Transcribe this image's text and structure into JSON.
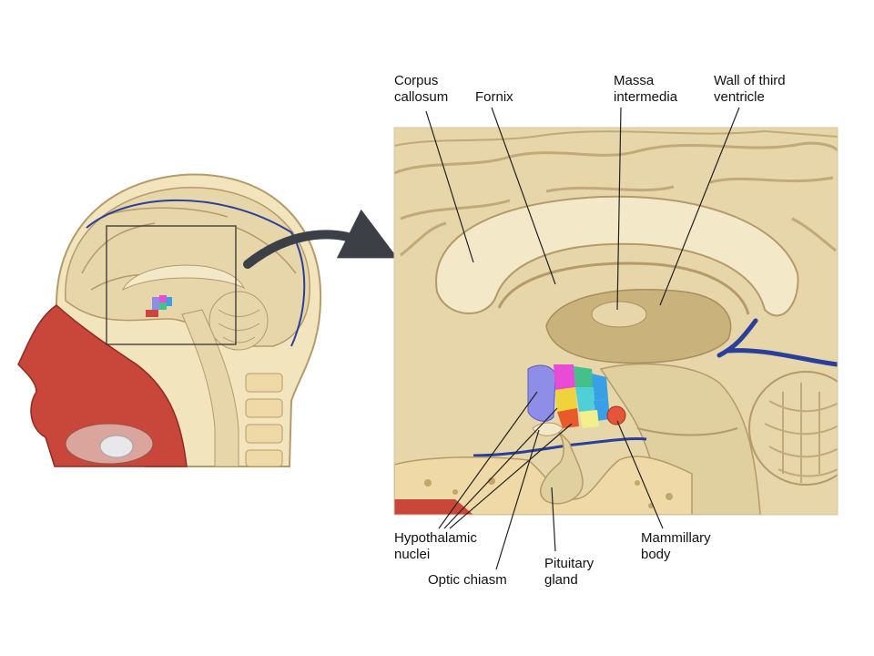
{
  "labels": {
    "corpus_callosum": "Corpus\ncallosum",
    "fornix": "Fornix",
    "massa_intermedia": "Massa\nintermedia",
    "wall_third_ventricle": "Wall of third\nventricle",
    "hypothalamic_nuclei": "Hypothalamic\nnuclei",
    "optic_chiasm": "Optic chiasm",
    "pituitary_gland": "Pituitary\ngland",
    "mammillary_body": "Mammillary\nbody"
  },
  "colors": {
    "brain_tissue": "#e6d6aa",
    "brain_outline": "#b59a6a",
    "corpus_callosum": "#f3e9c8",
    "skin": "#c8463a",
    "bone": "#efd9a6",
    "vessel": "#2a3f9a",
    "arrow": "#3c4046",
    "nuclei": [
      "#8e8ee8",
      "#e84bd6",
      "#f0d23c",
      "#3aa0e6",
      "#e85a2a",
      "#46c08a",
      "#4fd0d8",
      "#f2f08a",
      "#e6543a"
    ]
  }
}
